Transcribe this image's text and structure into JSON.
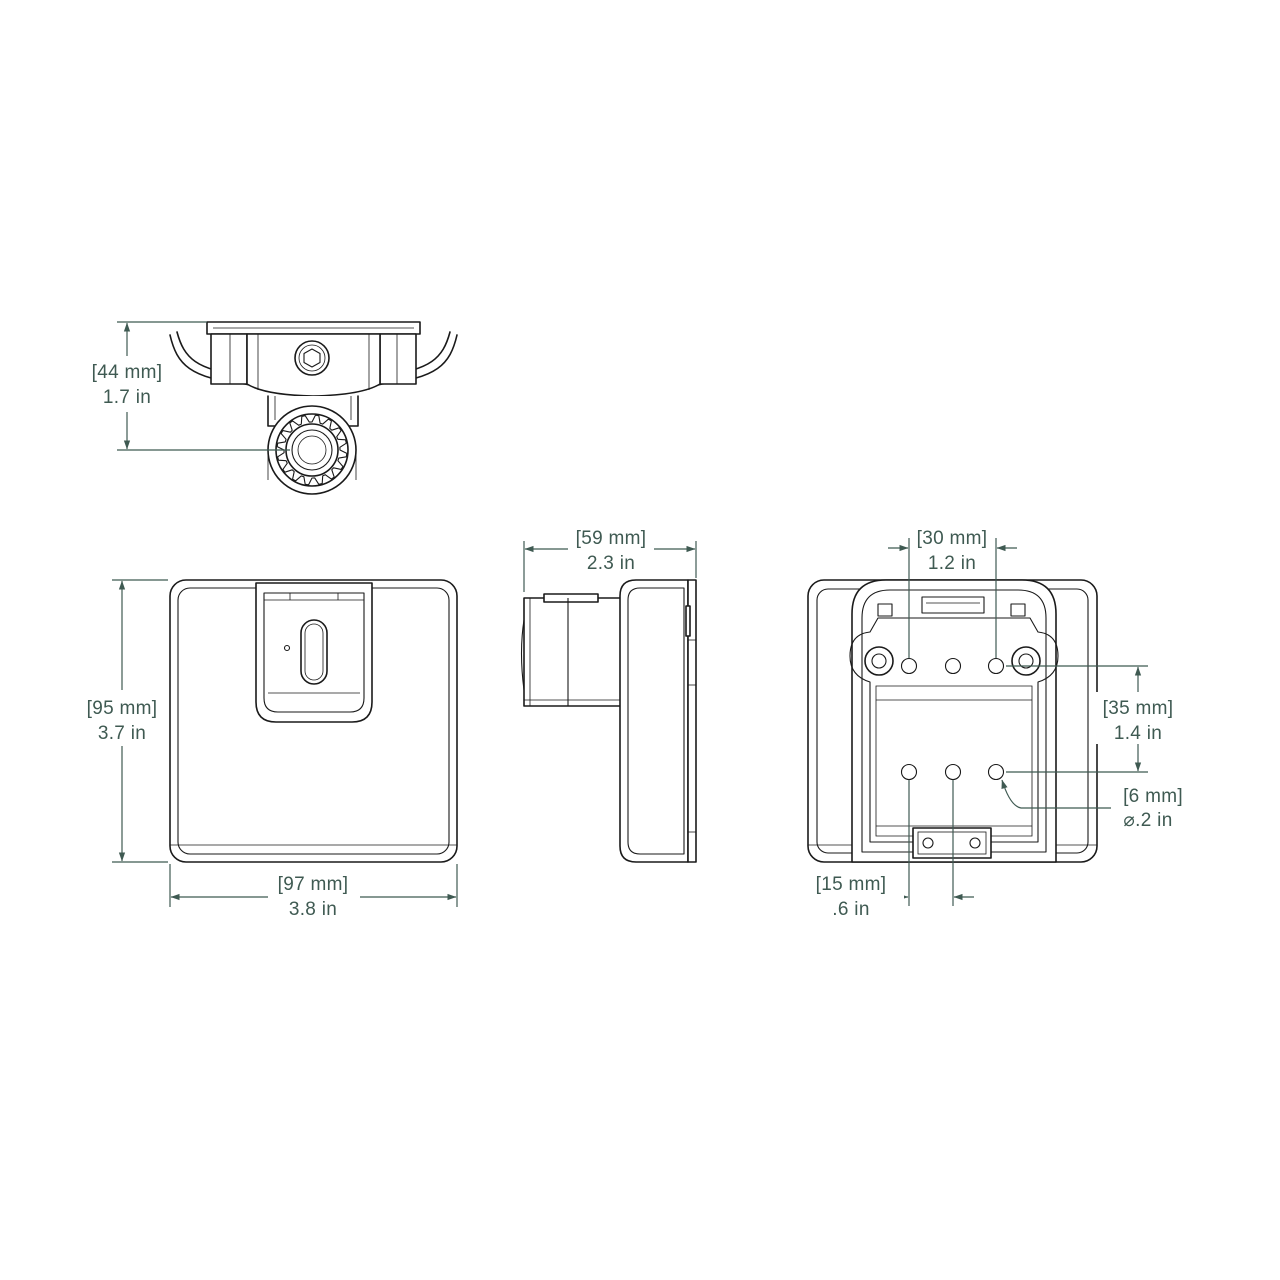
{
  "colors": {
    "line": "#1a1a1a",
    "dimension": "#3f5a52",
    "background": "#ffffff"
  },
  "dimensions": {
    "top_height": {
      "metric": "[44 mm]",
      "imperial": "1.7 in"
    },
    "front_height": {
      "metric": "[95 mm]",
      "imperial": "3.7 in"
    },
    "front_width": {
      "metric": "[97 mm]",
      "imperial": "3.8 in"
    },
    "side_depth": {
      "metric": "[59 mm]",
      "imperial": "2.3 in"
    },
    "hole_spacing_h": {
      "metric": "[30 mm]",
      "imperial": "1.2 in"
    },
    "hole_spacing_v": {
      "metric": "[35 mm]",
      "imperial": "1.4 in"
    },
    "hole_diameter": {
      "metric": "[6 mm]",
      "imperial": "⌀.2 in"
    },
    "hole_pitch": {
      "metric": "[15 mm]",
      "imperial": ".6 in"
    }
  }
}
